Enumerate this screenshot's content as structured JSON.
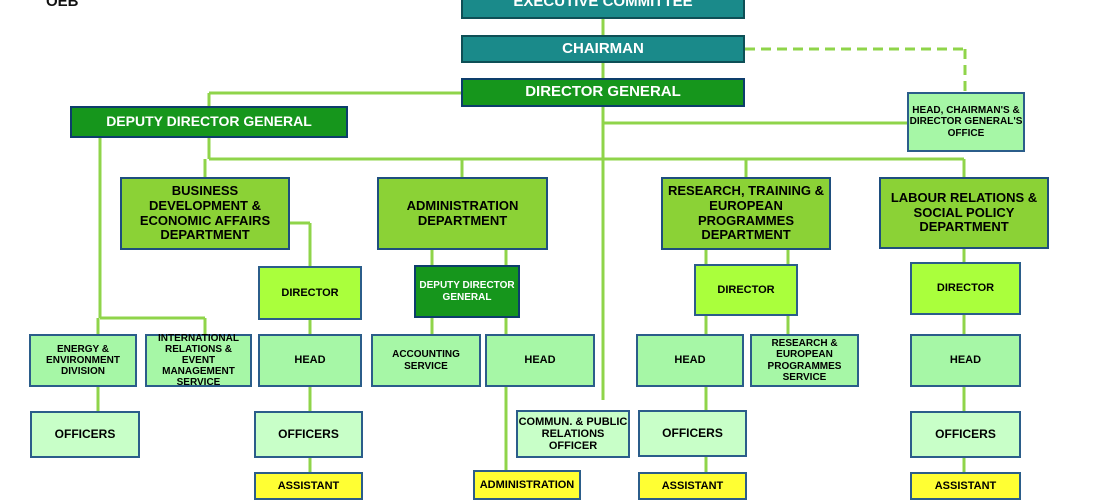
{
  "logo": "OEB",
  "nodes": {
    "executive_committee": "EXECUTIVE COMMITTEE",
    "chairman": "CHAIRMAN",
    "director_general": "DIRECTOR GENERAL",
    "deputy_director_general": "DEPUTY DIRECTOR GENERAL",
    "head_office": "HEAD, CHAIRMAN'S & DIRECTOR GENERAL'S OFFICE",
    "business_dept": "BUSINESS DEVELOPMENT & ECONOMIC AFFAIRS DEPARTMENT",
    "admin_dept": "ADMINISTRATION DEPARTMENT",
    "research_dept": "RESEARCH, TRAINING & EUROPEAN PROGRAMMES DEPARTMENT",
    "labour_dept": "LABOUR RELATIONS & SOCIAL POLICY DEPARTMENT",
    "biz_director": "DIRECTOR",
    "admin_deputy_dg": "DEPUTY DIRECTOR GENERAL",
    "res_director": "DIRECTOR",
    "lab_director": "DIRECTOR",
    "energy_division": "ENERGY & ENVIRONMENT DIVISION",
    "intl_relations": "INTERNATIONAL RELATIONS & EVENT MANAGEMENT SERVICE",
    "biz_head": "HEAD",
    "accounting": "ACCOUNTING SERVICE",
    "admin_head": "HEAD",
    "res_head": "HEAD",
    "res_service": "RESEARCH & EUROPEAN PROGRAMMES SERVICE",
    "lab_head": "HEAD",
    "energy_officers": "OFFICERS",
    "biz_officers": "OFFICERS",
    "commun_officer": "COMMUN. & PUBLIC RELATIONS OFFICER",
    "res_officers": "OFFICERS",
    "lab_officers": "OFFICERS",
    "biz_assistant": "ASSISTANT",
    "admin_assistant": "ADMINISTRATION",
    "res_assistant": "ASSISTANT",
    "lab_assistant": "ASSISTANT"
  }
}
